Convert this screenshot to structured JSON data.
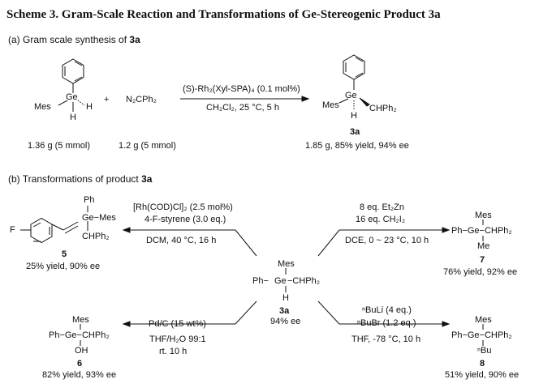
{
  "title": "Scheme 3. Gram-Scale Reaction and Transformations of Ge-Stereogenic Product 3a",
  "part_a": {
    "label": "(a) Gram scale synthesis of ",
    "label_cmpd": "3a",
    "reagent_plus": "+",
    "reagent_diazo": "N₂CPh₂",
    "catalyst": "(S)-Rh₂(Xyl-SPA)₄ (0.1 mol%)",
    "conditions": "CH₂Cl₂, 25 °C, 5 h",
    "sm_amount": "1.36 g (5 mmol)",
    "diazo_amount": "1.2 g (5 mmol)",
    "product_id": "3a",
    "product_yield": "1.85 g, 85% yield, 94% ee",
    "sm_mes": "Mes",
    "sm_ge": "Ge",
    "sm_h_right": "H",
    "sm_h_bottom": "H",
    "p_mes": "Mes",
    "p_ge": "Ge",
    "p_chph2": "CHPh₂",
    "p_h": "H"
  },
  "part_b": {
    "label": "(b) Transformations of product ",
    "label_cmpd": "3a",
    "center": {
      "top": "Mes",
      "left": "Ph−",
      "ge": "Ge",
      "right": "−CHPh₂",
      "bottom": "H",
      "id": "3a",
      "ee": "94% ee"
    },
    "r5": {
      "cond1": "[Rh(COD)Cl]₂ (2.5 mol%)",
      "cond2": "4-F-styrene (3.0 eq.)",
      "cond3": "DCM, 40 °C, 16 h",
      "f": "F",
      "ph": "Ph",
      "ge_mes": "Ge−Mes",
      "chph2": "CHPh₂",
      "id": "5",
      "yield": "25% yield, 90% ee"
    },
    "r7": {
      "cond1": "8 eq. Et₂Zn",
      "cond2": "16 eq. CH₂I₂",
      "cond3": "DCE, 0 ~ 23 °C, 10 h",
      "top": "Mes",
      "mid": "Ph−Ge−CHPh₂",
      "bottom": "Me",
      "id": "7",
      "yield": "76% yield, 92% ee"
    },
    "r6": {
      "cond1": "Pd/C (15 wt%)",
      "cond2": "THF/H₂O 99:1",
      "cond3": "rt. 10 h",
      "top": "Mes",
      "mid": "Ph−Ge−CHPh₂",
      "bottom": "OH",
      "id": "6",
      "yield": "82% yield, 93% ee"
    },
    "r8": {
      "cond1": "ⁿBuLi (4 eq.)",
      "cond2": "ⁿBuBr (1.2 eq.)",
      "cond3": "THF, -78 °C, 10 h",
      "top": "Mes",
      "mid": "Ph−Ge−CHPh₂",
      "bottom": "ⁿBu",
      "id": "8",
      "yield": "51% yield, 90% ee"
    }
  }
}
